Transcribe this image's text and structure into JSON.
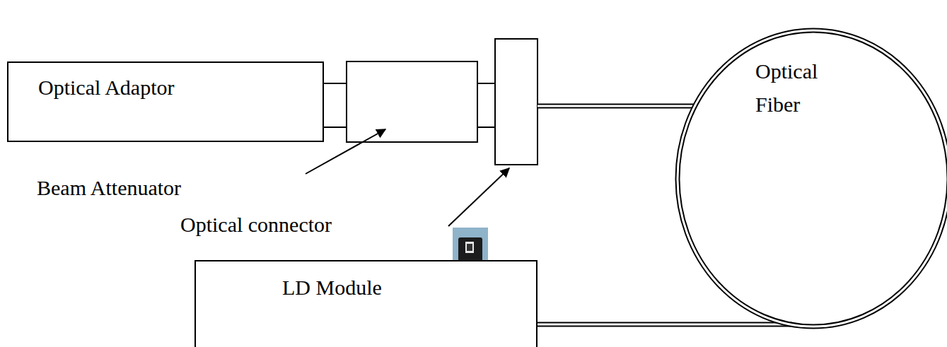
{
  "diagram": {
    "nodes": [
      {
        "text": [
          "Optical Adaptor"
        ]
      },
      {
        "text": [
          "Optical Fiber"
        ]
      },
      {
        "text": [
          "LD Module"
        ]
      }
    ],
    "edges": [
      {
        "from": 2,
        "to": 1,
        "arrow": "none"
      }
    ],
    "labels": [
      "Beam Attenuator",
      "Optical connector"
    ]
  }
}
